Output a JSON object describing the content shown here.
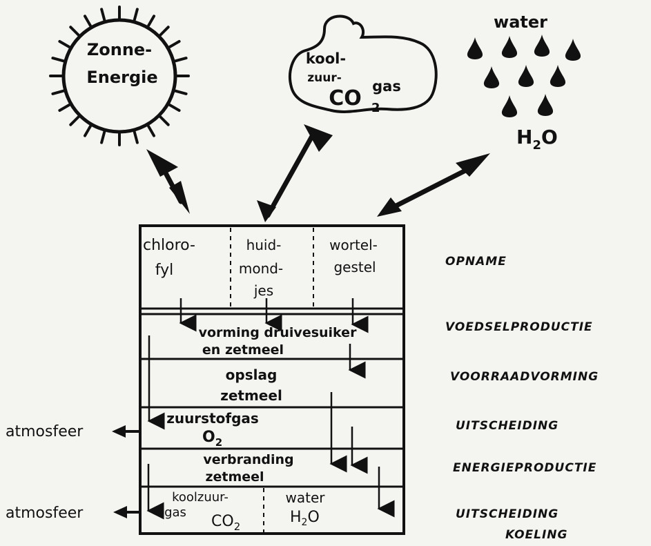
{
  "sources": {
    "sun": [
      "Zonne-",
      "Energie"
    ],
    "co2": [
      "kool-",
      "zuur-",
      "gas",
      "CO",
      "2"
    ],
    "water": {
      "label": "water",
      "formula": "H",
      "sub": "2",
      "tail": "O"
    }
  },
  "rows": {
    "opname": {
      "cells": [
        [
          "chloro-",
          "fyl"
        ],
        [
          "huid-",
          "mond-",
          "jes"
        ],
        [
          "wortel-",
          "gestel"
        ]
      ],
      "side": "OPNAME"
    },
    "voedsel": {
      "lines": [
        "vorming  druivesuiker",
        "en  zetmeel"
      ],
      "side": "VOEDSELPRODUCTIE"
    },
    "voorraad": {
      "lines": [
        "opslag",
        "zetmeel"
      ],
      "side": "VOORRAADVORMING"
    },
    "uitscheiding1": {
      "line1": "zuurstofgas",
      "o": "O",
      "osub": "2",
      "side": "UITSCHEIDING"
    },
    "energie": {
      "lines": [
        "verbranding",
        "zetmeel"
      ],
      "side": "ENERGIEPRODUCTIE"
    },
    "uitscheiding2": {
      "left": [
        "koolzuur-",
        "gas"
      ],
      "co": "CO",
      "cosub": "2",
      "right": "water",
      "h": "H",
      "hsub": "2",
      "htail": "O",
      "side1": "UITSCHEIDING",
      "side2": "KOELING"
    }
  },
  "outputs": {
    "atmos1": "atmosfeer",
    "atmos2": "atmosfeer"
  }
}
